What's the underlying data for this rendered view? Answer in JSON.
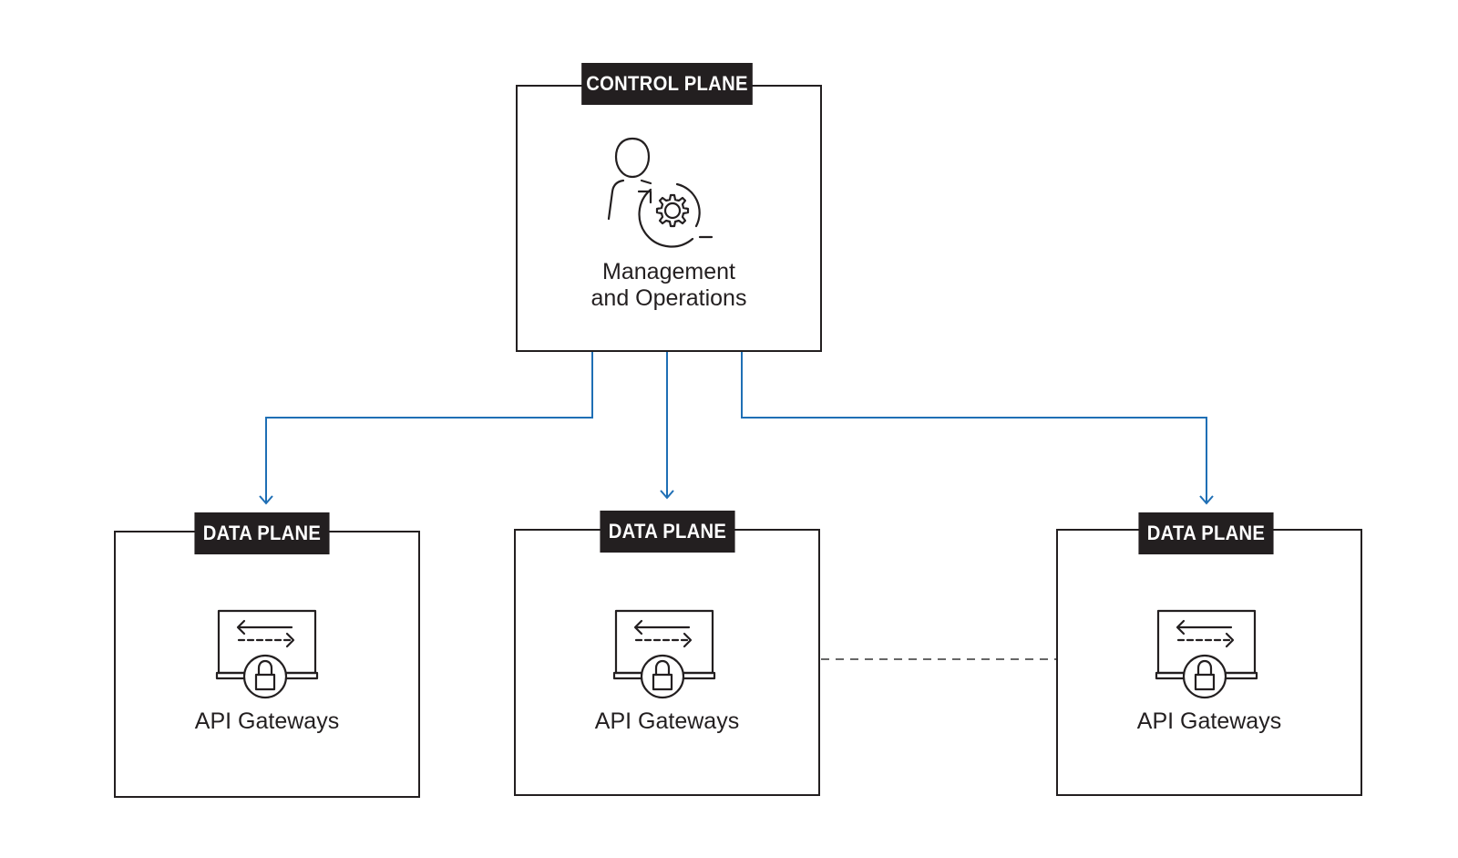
{
  "control_plane": {
    "tag": "CONTROL PLANE",
    "label_line1": "Management",
    "label_line2": "and Operations",
    "icon": "user-gear-icon"
  },
  "data_planes": [
    {
      "tag": "DATA PLANE",
      "label": "API Gateways",
      "icon": "api-gateway-lock-icon"
    },
    {
      "tag": "DATA PLANE",
      "label": "API Gateways",
      "icon": "api-gateway-lock-icon"
    },
    {
      "tag": "DATA PLANE",
      "label": "API Gateways",
      "icon": "api-gateway-lock-icon"
    }
  ],
  "colors": {
    "ink": "#231f20",
    "arrow": "#1f6fb5",
    "dashed": "#666666"
  }
}
